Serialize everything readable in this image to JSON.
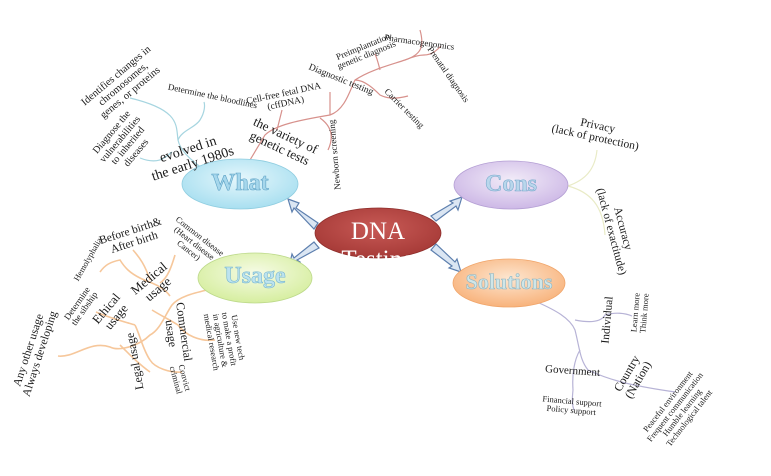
{
  "central": {
    "label": "DNA Testing",
    "color": "#c0504d"
  },
  "branches": {
    "what": {
      "label": "What",
      "color": "#bde8f5",
      "line_color": "#a6d5e0",
      "topics": {
        "history": {
          "label": "evolved in\nthe early 1980s",
          "items": [
            "Identifies changes in\nchromosomes,\ngenes, or proteins",
            "Determine the bloodlines",
            "Diagnose the\nvulnerabilities\nto inherited\ndiseases"
          ]
        },
        "variety": {
          "label": "the variety of\ngenetic tests",
          "line_color": "#d7918c",
          "items": [
            "Cell-free fetal DNA\n(cffDNA)",
            "Diagnostic testing",
            "Preimplantation\ngenetic diagnosis",
            "Pharmacogenomics",
            "Prenatal diagnosis",
            "Carrier testing",
            "Newborn screening"
          ]
        }
      }
    },
    "usage": {
      "label": "Usage",
      "color": "#e3f3b9",
      "line_color": "#f6c79b",
      "topics": {
        "medical": {
          "label": "Medical\nusage",
          "items": [
            "Before birth&\nAfter birth",
            "Common disease\n(Heart disease\nCancer)",
            "Hemolyphalia"
          ]
        },
        "ethical": {
          "label": "Ethical\nusage",
          "items": [
            "Determine\nthe sibship"
          ]
        },
        "commercial": {
          "label": "Commercial\nusage",
          "items": [
            "Use new tech\nto make a profit\nin agriculture &\nmedical research"
          ]
        },
        "legal": {
          "label": "Legal usage",
          "items": [
            "Convict\ncriminal"
          ]
        },
        "other": {
          "label": "Any other usage\nAlways developing"
        }
      }
    },
    "cons": {
      "label": "Cons",
      "color": "#dccbed",
      "line_color": "#e9ebc6",
      "items": [
        "Privacy\n(lack of protection)",
        "Accuracy\n(lack of exactitude)"
      ]
    },
    "solutions": {
      "label": "Solutions",
      "color": "#fbc99e",
      "line_color": "#b7b3d6",
      "topics": {
        "individual": {
          "label": "Individual",
          "items": [
            "Learn more\nThink more"
          ]
        },
        "government": {
          "label": "Government",
          "items": [
            "Financial support\nPolicy support"
          ]
        },
        "country": {
          "label": "Country\n(Nation)",
          "items": [
            "Peaceful environment\nFrequent communication\nHumble learning\nTechnological talent"
          ]
        }
      }
    }
  },
  "arrow_color": "#dbe6f3",
  "arrow_stroke": "#5d7fae"
}
